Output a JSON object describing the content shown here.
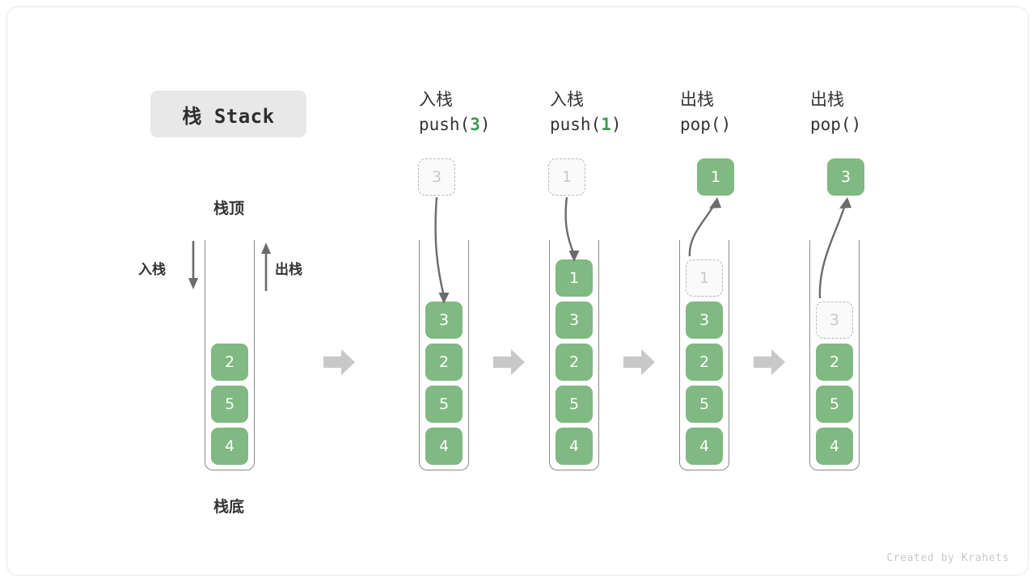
{
  "title_badge": {
    "text": "栈 Stack"
  },
  "schematic": {
    "top_label": "栈顶",
    "bottom_label": "栈底",
    "push_label": "入栈",
    "pop_label": "出栈",
    "elements": [
      "2",
      "5",
      "4"
    ]
  },
  "colors": {
    "element_green": "#80b981",
    "code_accent_green": "#3d9c54",
    "ghost_border": "#b8b8b8",
    "ghost_text": "#c9c9c9",
    "container_stroke": "#8a8a8a",
    "flow_arrow": "#c8c8c8",
    "badge_bg": "#e8e8e8",
    "text_dark": "#333333"
  },
  "stages": [
    {
      "op_cn": "入栈",
      "op_code_pre": "push(",
      "op_code_num": "3",
      "op_code_post": ")",
      "incoming_ghost": "3",
      "stack": [
        "3",
        "2",
        "5",
        "4"
      ],
      "ghost_in_stack": null,
      "popped": null
    },
    {
      "op_cn": "入栈",
      "op_code_pre": "push(",
      "op_code_num": "1",
      "op_code_post": ")",
      "incoming_ghost": "1",
      "stack": [
        "1",
        "3",
        "2",
        "5",
        "4"
      ],
      "ghost_in_stack": null,
      "popped": null
    },
    {
      "op_cn": "出栈",
      "op_code_pre": "pop(",
      "op_code_num": "",
      "op_code_post": ")",
      "incoming_ghost": null,
      "stack": [
        "3",
        "2",
        "5",
        "4"
      ],
      "ghost_in_stack": "1",
      "popped": "1"
    },
    {
      "op_cn": "出栈",
      "op_code_pre": "pop(",
      "op_code_num": "",
      "op_code_post": ")",
      "incoming_ghost": null,
      "stack": [
        "2",
        "5",
        "4"
      ],
      "ghost_in_stack": "3",
      "popped": "3"
    }
  ],
  "watermark": "Created by Krahets"
}
